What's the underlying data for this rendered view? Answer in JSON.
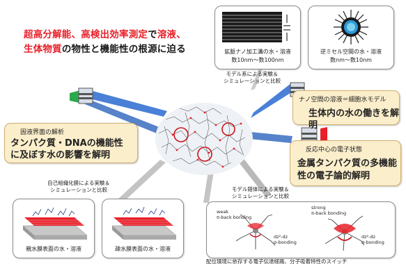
{
  "title": {
    "part1_red": "超高分解能、高検出効率測定",
    "part2": "で",
    "part3_red": "溶液、",
    "line2_red": "生体物質",
    "line2_rest": "の物性と機能性の根源に迫る"
  },
  "panel_nano": {
    "caption_line1": "鉱脈ナノ加工溝の水・溶液",
    "caption_line2": "数10nm〜数100nm"
  },
  "panel_micelle": {
    "caption_line1": "逆ミセル空間の水・溶液",
    "caption_line2": "数nm〜数10nm"
  },
  "label_model_sim": {
    "line1": "モデル系による実験＆",
    "line2": "シミュレーションと比較"
  },
  "bubble_nano_solution": {
    "subtitle": "ナノ空間の溶液＝細胞水モデル",
    "main": "生体内の水の働きを解明"
  },
  "bubble_interface": {
    "subtitle": "固液界面の解析",
    "main_line1": "タンパク質・DNAの機能性",
    "main_line2": "に及ぼす水の影響を解明"
  },
  "bubble_electron": {
    "subtitle": "反応中心の電子状態",
    "main_line1": "金属タンパク質の多機能",
    "main_line2": "性の電子論的解明"
  },
  "label_self_org": {
    "line1": "自己組織化膜による実験＆",
    "line2": "シミュレーションと比較"
  },
  "label_complex": {
    "line1": "モデル錯体による実験＆",
    "line2": "シミュレーションと比較"
  },
  "panel_hydrophilic": {
    "caption": "親水膜表面の水・溶液"
  },
  "panel_hydrophobic": {
    "caption": "疎水膜表面の水・溶液"
  },
  "panel_complex": {
    "weak_line1": "weak",
    "weak_line2": "π-back bonding",
    "strong_line1": "strong",
    "strong_line2": "π-back bonding",
    "sigma_line1": "dz²-dz",
    "sigma_line2": "σ-bonding",
    "caption": "配位環境に依存する電子伝達経路、分子吸着特性のスイッチ"
  },
  "colors": {
    "accent_red": "#e8202a",
    "bubble_fill": "#fbeecb",
    "beam_blue": "#1e5ab8",
    "beam_green": "#2aa84a"
  }
}
